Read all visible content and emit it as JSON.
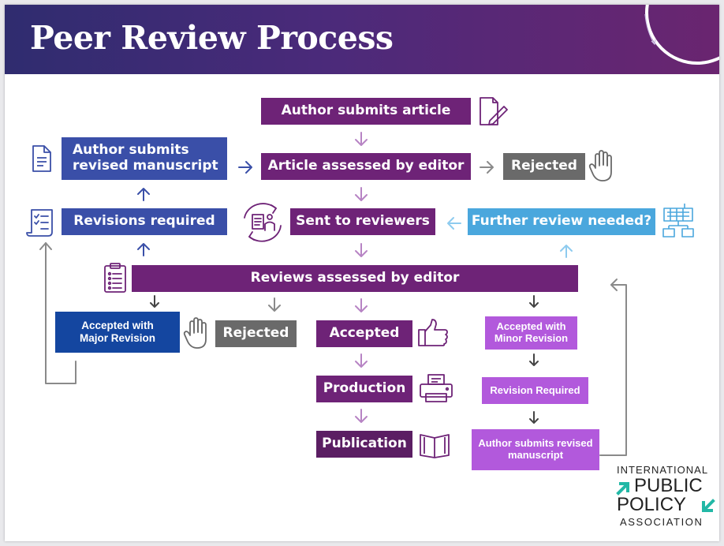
{
  "title": "Peer Review Process",
  "nodes": {
    "author_submits_article": "Author submits article",
    "article_assessed": "Article assessed by editor",
    "rejected_top": "Rejected",
    "author_submits_revised": "Author submits revised manuscript",
    "revisions_required": "Revisions required",
    "sent_to_reviewers": "Sent to reviewers",
    "further_review": "Further review needed?",
    "reviews_assessed": "Reviews assessed by editor",
    "accepted_major": "Accepted with Major Revision",
    "rejected_bottom": "Rejected",
    "accepted": "Accepted",
    "production": "Production",
    "publication": "Publication",
    "accepted_minor": "Accepted with Minor Revision",
    "revision_required": "Revision Required",
    "author_submits_revised_minor": "Author submits revised manuscript"
  },
  "logo": {
    "line1": "INTERNATIONAL",
    "line2": "PUBLIC",
    "line3": "POLICY",
    "line4": "ASSOCIATION"
  },
  "colors": {
    "purple": "#6e2377",
    "blue": "#3a4fa8",
    "light_blue": "#4aa7dd",
    "gray": "#6a6a6a",
    "navy": "#1446a0",
    "lilac": "#b259dc",
    "logo_teal": "#22b8a6"
  }
}
